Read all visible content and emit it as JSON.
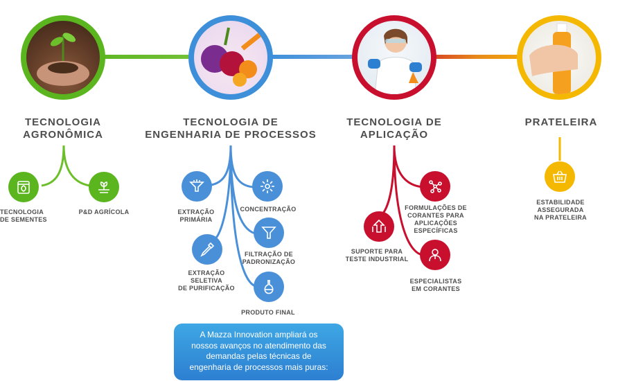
{
  "stages": [
    {
      "title_lines": [
        "TECNOLOGIA",
        "AGRONÔMICA"
      ],
      "color": "#5bb51f"
    },
    {
      "title_lines": [
        "TECNOLOGIA DE",
        "ENGENHARIA DE PROCESSOS"
      ],
      "color": "#3d8fd9"
    },
    {
      "title_lines": [
        "TECNOLOGIA DE",
        "APLICAÇÃO"
      ],
      "color": "#c8102e"
    },
    {
      "title_lines": [
        "PRATELEIRA"
      ],
      "color": "#f5b800"
    }
  ],
  "agro_items": [
    {
      "label_lines": [
        "TECNOLOGIA",
        "DE SEMENTES"
      ],
      "icon": "seed-bag-icon"
    },
    {
      "label_lines": [
        "P&D AGRÍCOLA"
      ],
      "icon": "sprout-icon"
    }
  ],
  "process_items": [
    {
      "label_lines": [
        "EXTRAÇÃO",
        "PRIMÁRIA"
      ],
      "icon": "extraction-funnel-icon"
    },
    {
      "label_lines": [
        "CONCENTRAÇÃO"
      ],
      "icon": "concentration-icon"
    },
    {
      "label_lines": [
        "FILTRAÇÃO DE",
        "PADRONIZAÇÃO"
      ],
      "icon": "filter-funnel-icon"
    },
    {
      "label_lines": [
        "EXTRAÇÃO",
        "SELETIVA",
        "DE PURIFICAÇÃO"
      ],
      "icon": "pipette-icon"
    },
    {
      "label_lines": [
        "PRODUTO FINAL"
      ],
      "icon": "flask-icon"
    }
  ],
  "application_items": [
    {
      "label_lines": [
        "FORMULAÇÕES DE",
        "CORANTES PARA",
        "APLICAÇÕES",
        "ESPECÍFICAS"
      ],
      "icon": "molecule-icon"
    },
    {
      "label_lines": [
        "SUPORTE PARA",
        "TESTE INDUSTRIAL"
      ],
      "icon": "upload-arrows-icon"
    },
    {
      "label_lines": [
        "ESPECIALISTAS",
        "EM CORANTES"
      ],
      "icon": "specialist-icon"
    }
  ],
  "shelf_items": [
    {
      "label_lines": [
        "ESTABILIDADE",
        "ASSEGURADA",
        "NA PRATELEIRA"
      ],
      "icon": "shopping-basket-icon"
    }
  ],
  "note_lines": [
    "A Mazza Innovation ampliará os",
    "nossos avanços no atendimento das",
    "demandas pelas técnicas de",
    "engenharia de processos mais puras:"
  ]
}
